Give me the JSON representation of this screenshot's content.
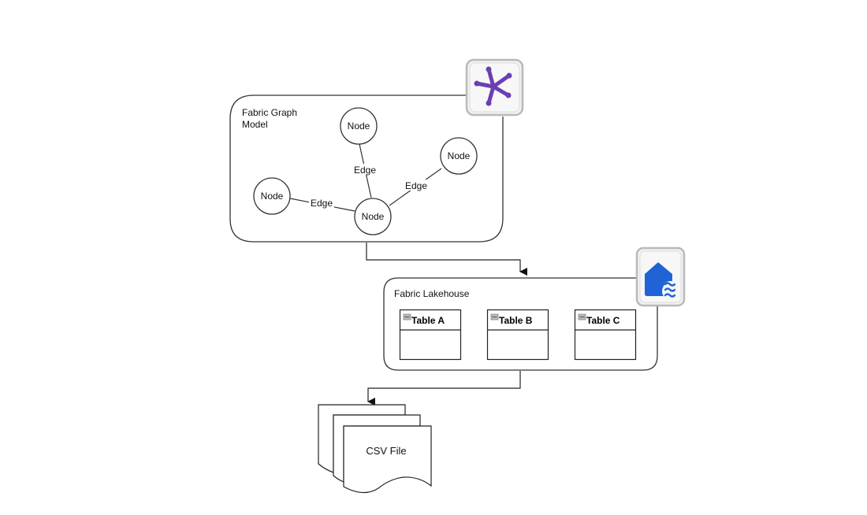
{
  "diagram": {
    "graph_model": {
      "title_line1": "Fabric Graph",
      "title_line2": "Model",
      "icon": "graph-model-icon",
      "icon_color": "#6b3fb3",
      "nodes": [
        {
          "id": "n1",
          "label": "Node"
        },
        {
          "id": "n2",
          "label": "Node"
        },
        {
          "id": "n3",
          "label": "Node"
        },
        {
          "id": "n4",
          "label": "Node"
        }
      ],
      "edges": [
        {
          "from": "n1",
          "to": "n4",
          "label": "Edge"
        },
        {
          "from": "n2",
          "to": "n4",
          "label": "Edge"
        },
        {
          "from": "n3",
          "to": "n4",
          "label": "Edge"
        }
      ]
    },
    "lakehouse": {
      "title": "Fabric Lakehouse",
      "icon": "lakehouse-icon",
      "icon_color": "#1f63d6",
      "tables": [
        {
          "label": "Table A"
        },
        {
          "label": "Table B"
        },
        {
          "label": "Table C"
        }
      ]
    },
    "output": {
      "label": "CSV File",
      "icon": "multi-document-icon"
    },
    "connectors": [
      {
        "from": "graph_model",
        "to": "lakehouse"
      },
      {
        "from": "lakehouse",
        "to": "output"
      }
    ]
  }
}
